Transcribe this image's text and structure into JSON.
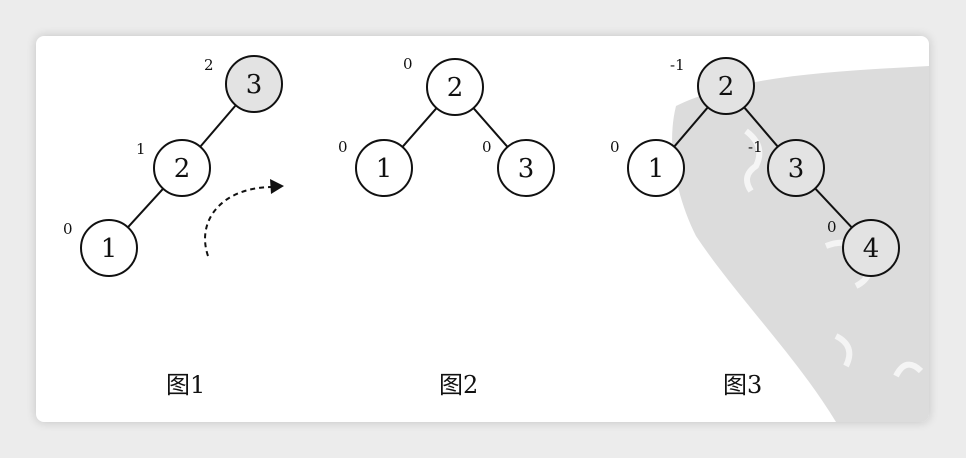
{
  "colors": {
    "node_plain": "#ffffff",
    "node_highlight": "#e3e3e3",
    "watermark": "#dcdcdc"
  },
  "figures": [
    {
      "caption": "图1",
      "nodes": [
        {
          "key": "n3",
          "label": "3",
          "bf": "2",
          "highlight": true
        },
        {
          "key": "n2",
          "label": "2",
          "bf": "1",
          "highlight": false
        },
        {
          "key": "n1",
          "label": "1",
          "bf": "0",
          "highlight": false
        }
      ],
      "edges": [
        [
          "n3",
          "n2"
        ],
        [
          "n2",
          "n1"
        ]
      ]
    },
    {
      "caption": "图2",
      "nodes": [
        {
          "key": "n2",
          "label": "2",
          "bf": "0",
          "highlight": false
        },
        {
          "key": "n1",
          "label": "1",
          "bf": "0",
          "highlight": false
        },
        {
          "key": "n3",
          "label": "3",
          "bf": "0",
          "highlight": false
        }
      ],
      "edges": [
        [
          "n2",
          "n1"
        ],
        [
          "n2",
          "n3"
        ]
      ]
    },
    {
      "caption": "图3",
      "nodes": [
        {
          "key": "n2",
          "label": "2",
          "bf": "-1",
          "highlight": true
        },
        {
          "key": "n1",
          "label": "1",
          "bf": "0",
          "highlight": false
        },
        {
          "key": "n3",
          "label": "3",
          "bf": "-1",
          "highlight": true
        },
        {
          "key": "n4",
          "label": "4",
          "bf": "0",
          "highlight": true
        }
      ],
      "edges": [
        [
          "n2",
          "n1"
        ],
        [
          "n2",
          "n3"
        ],
        [
          "n3",
          "n4"
        ]
      ]
    }
  ]
}
